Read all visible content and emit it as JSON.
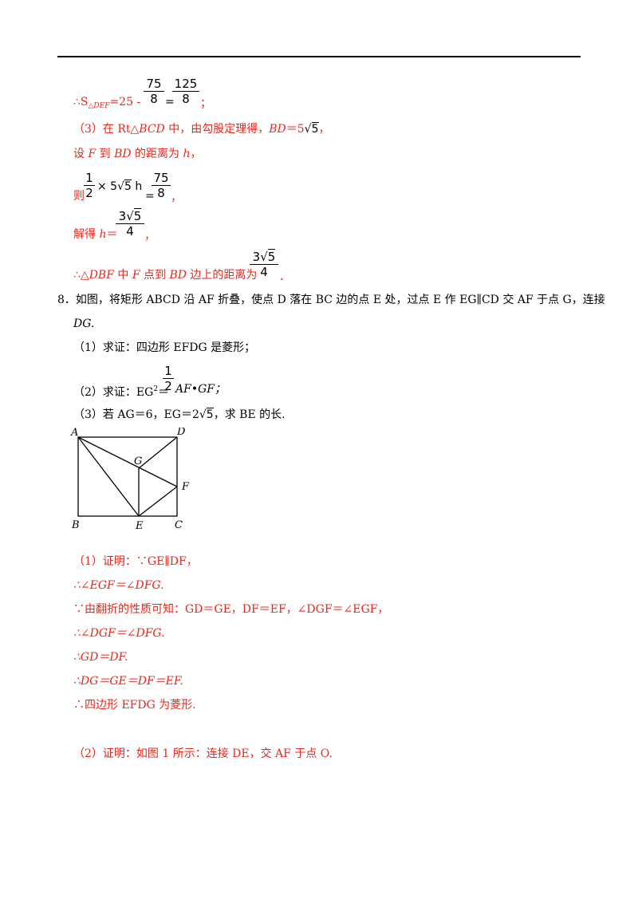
{
  "section1": {
    "therefore_s": "∴S",
    "s_sub": "△DEF",
    "eq_25": "=25 -",
    "frac1_num": "75",
    "frac1_den": "8",
    "eq": "=",
    "frac2_num": "125",
    "frac2_den": "8",
    "end": "；"
  },
  "part3": {
    "line1_prefix": "（3）在 Rt△",
    "line1_bcd": "BCD",
    "line1_mid": " 中，由勾股定理得，",
    "line1_bd": "BD",
    "line1_eq": "＝5",
    "line1_rad": "5",
    "line1_end": "，",
    "line2_a": "设 ",
    "line2_f": "F",
    "line2_b": " 到 ",
    "line2_bd": "BD",
    "line2_c": " 的距离为 ",
    "line2_h": "h",
    "line2_end": "，",
    "then_label": "则",
    "then_frac_num": "1",
    "then_frac_den": "2",
    "then_times": "× 5",
    "then_rad": "5",
    "then_h": " h",
    "then_eq": "=",
    "then_rhs_num": "75",
    "then_rhs_den": "8",
    "then_end": "，",
    "solve_a": "解得 ",
    "solve_h": "h",
    "solve_eq": "＝",
    "solve_num_coef": "3",
    "solve_num_rad": "5",
    "solve_den": "4",
    "solve_end": "，",
    "concl_a": "∴△",
    "concl_dbf": "DBF",
    "concl_b": " 中 ",
    "concl_f": "F",
    "concl_c": " 点到 ",
    "concl_bd": "BD",
    "concl_d": " 边上的距离为",
    "concl_num_coef": "3",
    "concl_num_rad": "5",
    "concl_den": "4",
    "concl_end": "．"
  },
  "q8": {
    "line1": "8．如图，将矩形 ABCD 沿 AF 折叠，使点 D 落在 BC 边的点 E 处，过点 E 作 EG∥CD 交 AF 于点 G，连接",
    "line2": "DG.",
    "sub1": "（1）求证：四边形 EFDG 是菱形；",
    "sub2_a": "（2）求证：EG",
    "sub2_sup": "2",
    "sub2_eq": "＝",
    "sub2_num": "1",
    "sub2_den": "2",
    "sub2_b": "AF•GF；",
    "sub3_a": "（3）若 AG＝6，EG＝2",
    "sub3_rad": "5",
    "sub3_b": "，求 BE 的长."
  },
  "figure": {
    "labels": {
      "A": "A",
      "D": "D",
      "G": "G",
      "F": "F",
      "B": "B",
      "E": "E",
      "C": "C"
    }
  },
  "proof1": {
    "l1": "（1）证明：∵GE∥DF，",
    "l2": "∴∠EGF＝∠DFG.",
    "l3": "∵由翻折的性质可知：GD＝GE，DF＝EF，∠DGF＝∠EGF，",
    "l4": "∴∠DGF＝∠DFG.",
    "l5": "∴GD＝DF.",
    "l6": "∴DG＝GE＝DF＝EF.",
    "l7": "∴四边形 EFDG 为菱形."
  },
  "proof2": {
    "l1": "（2）证明：如图 1 所示：连接 DE，交 AF 于点 O."
  }
}
